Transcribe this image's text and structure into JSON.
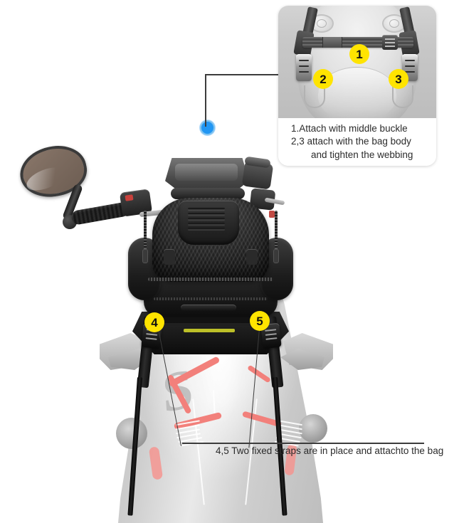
{
  "background_color": "#ffffff",
  "accent_colors": {
    "badge_yellow": "#ffe400",
    "badge_text": "#111111",
    "marker_blue": "#2196f3",
    "decal_red": "#f2807b",
    "leader_line": "#3c3c3c",
    "highlight_strip": "#d9dd2a"
  },
  "main_photo": {
    "alt": "motorcycle-with-tank-bag-rear-view",
    "marker_blue_label": "middle-buckle-callout-point"
  },
  "inset_panel": {
    "alt": "close-up-of-tank-bag-straps-and-buckles",
    "badges": [
      {
        "id": "1",
        "label": "1"
      },
      {
        "id": "2",
        "label": "2"
      },
      {
        "id": "3",
        "label": "3"
      }
    ],
    "caption_lines": [
      "1.Attach with middle buckle",
      "2,3 attach with the bag body",
      "and tighten the webbing"
    ]
  },
  "main_badges": [
    {
      "id": "4",
      "label": "4"
    },
    {
      "id": "5",
      "label": "5"
    }
  ],
  "bottom_caption": "4,5 Two fixed straps are in place and attachto the bag"
}
